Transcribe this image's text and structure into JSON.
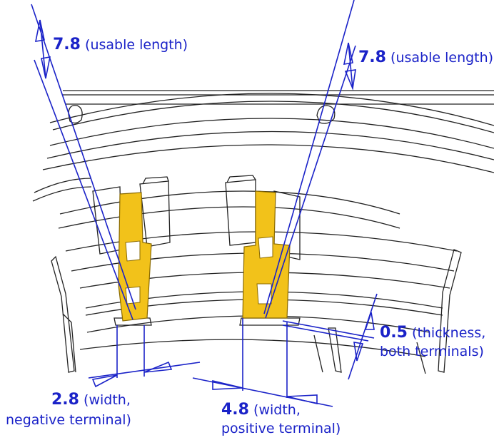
{
  "colors": {
    "dimension": "#1a22c8",
    "terminal_fill": "#f2c21a",
    "terminal_stroke": "#8a6a00",
    "part_lines": "#222222"
  },
  "annotations": {
    "usable_left": {
      "value": "7.8",
      "note": "(usable length)"
    },
    "usable_right": {
      "value": "7.8",
      "note": "(usable length)"
    },
    "thickness": {
      "value": "0.5",
      "note1": "(thickness,",
      "note2": "both terminals)"
    },
    "width_negative": {
      "value": "2.8",
      "note1": "(width,",
      "note2": "negative terminal)"
    },
    "width_positive": {
      "value": "4.8",
      "note1": "(width,",
      "note2": "positive terminal)"
    }
  }
}
